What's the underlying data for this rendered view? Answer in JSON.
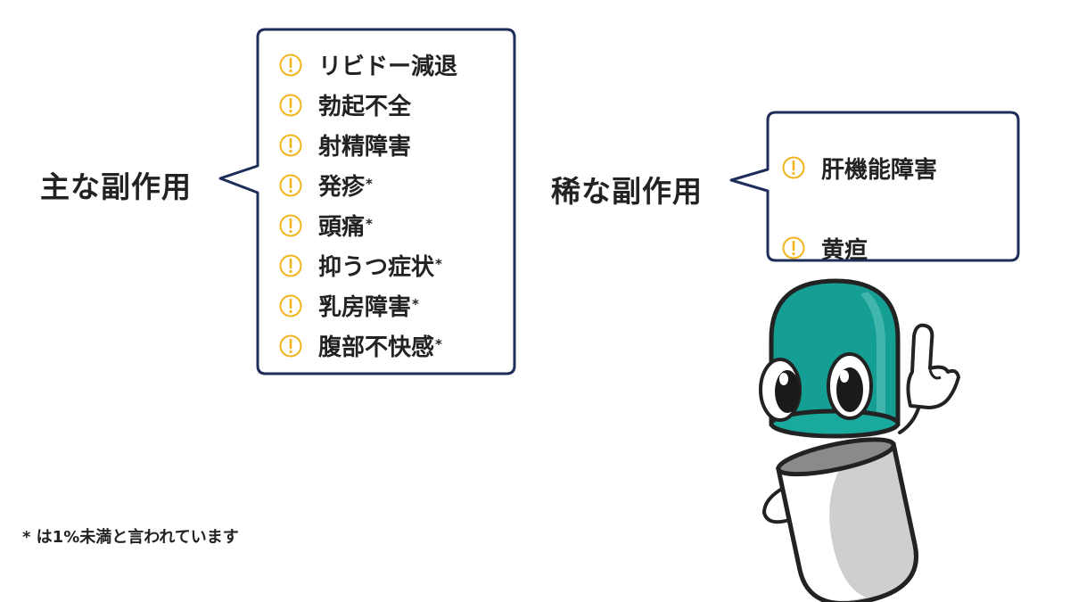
{
  "main_section": {
    "heading": "主な副作用",
    "items": [
      {
        "text": "リビドー減退",
        "mark": ""
      },
      {
        "text": "勃起不全",
        "mark": ""
      },
      {
        "text": "射精障害",
        "mark": ""
      },
      {
        "text": "発疹",
        "mark": "*"
      },
      {
        "text": "頭痛",
        "mark": "*"
      },
      {
        "text": "抑うつ症状",
        "mark": "*"
      },
      {
        "text": "乳房障害",
        "mark": "*"
      },
      {
        "text": "腹部不快感",
        "mark": "*"
      }
    ]
  },
  "rare_section": {
    "heading": "稀な副作用",
    "items": [
      {
        "text": "肝機能障害"
      },
      {
        "text": "黄疸"
      }
    ]
  },
  "footnote": "* は1%未満と言われています",
  "colors": {
    "bubble_border": "#1e2d5a",
    "warning_icon": "#f2b51c",
    "capsule_top": "#159e93",
    "capsule_bottom": "#cfcfcf",
    "outline": "#222222"
  },
  "icons": {
    "item_icon": "exclamation-circle-icon",
    "mascot": "capsule-mascot-pointing-up"
  }
}
